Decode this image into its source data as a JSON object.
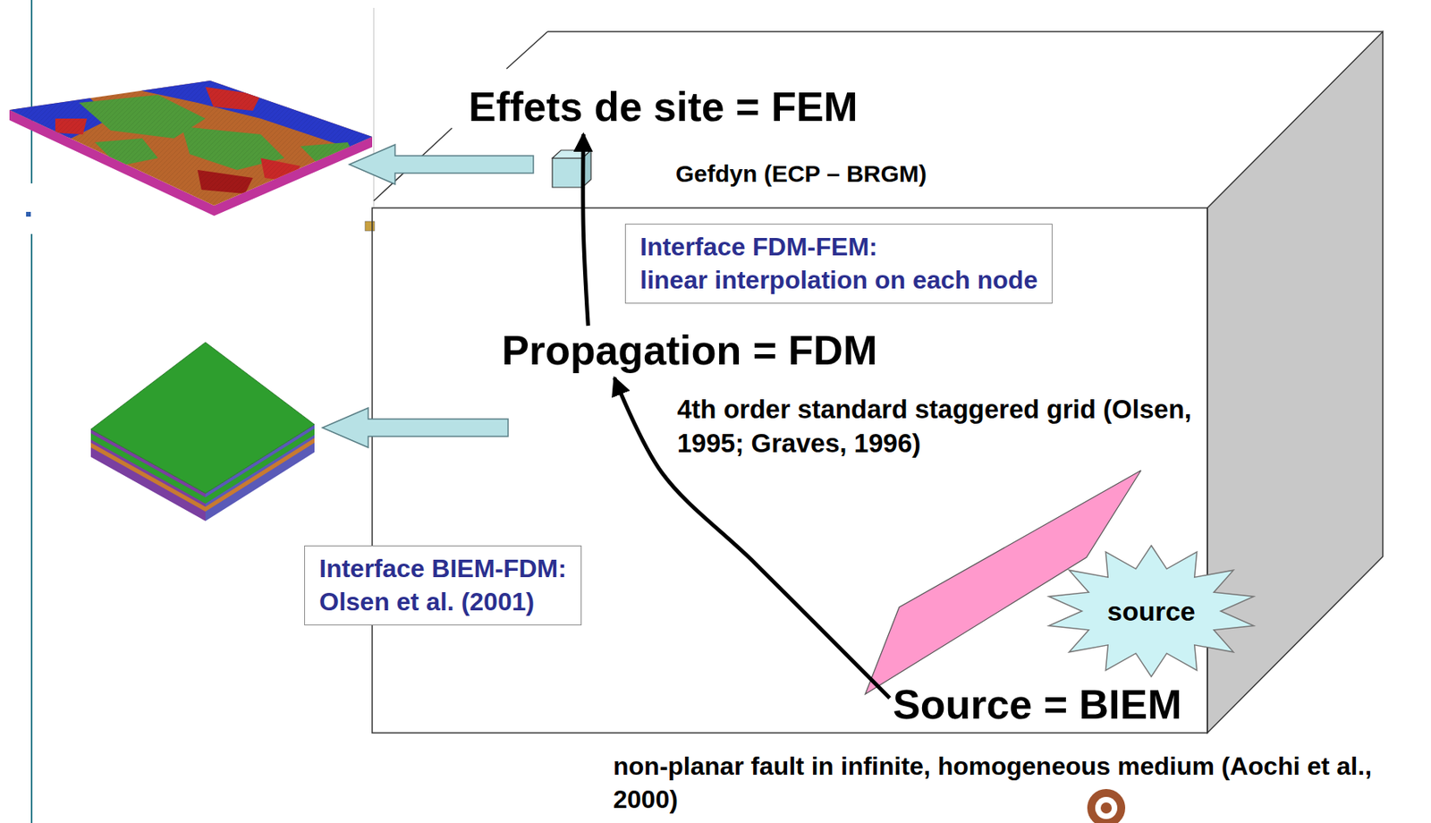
{
  "diagram": {
    "nodes": [
      {
        "text": [
          "Effets de site = FEM"
        ]
      },
      {
        "text": [
          "Interface FDM-FEM:",
          "linear interpolation on each node"
        ]
      },
      {
        "text": [
          "Propagation = FDM"
        ]
      },
      {
        "text": [
          "source"
        ]
      },
      {
        "text": [
          "Source = BIEM"
        ]
      },
      {
        "text": [
          "Interface BIEM-FDM:",
          "Olsen et al. (2001)"
        ]
      }
    ],
    "edges": [
      {
        "from": 4,
        "to": 2,
        "arrow": "to"
      },
      {
        "from": 2,
        "to": 0,
        "arrow": "to"
      }
    ],
    "labels": [
      "Gefdyn (ECP – BRGM)",
      "4th order standard staggered grid (Olsen, 1995; Graves, 1996)",
      "non-planar fault in infinite, homogeneous medium (Aochi et al., 2000)"
    ]
  }
}
